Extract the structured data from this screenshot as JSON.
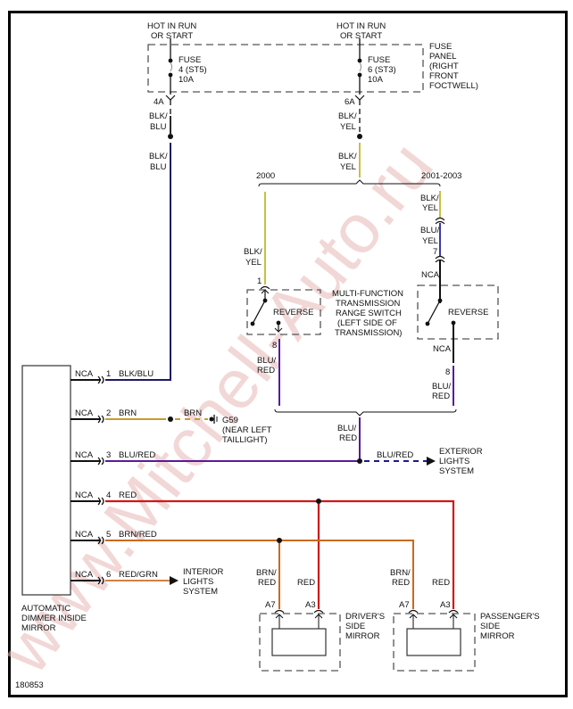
{
  "diagram_id": "180853",
  "watermark": "www.Mitchell-Auto.ru",
  "colors": {
    "blk_blu": "#1a1a66",
    "blk_yel": "#c8c040",
    "blu_yel": "#3a3aa8",
    "blu_red": "#5a1a9a",
    "brn": "#c89a30",
    "red": "#d01818",
    "brn_red": "#c86a20",
    "red_grn": "#d08040",
    "black": "#111111",
    "dash": "#555555"
  },
  "power": {
    "left": {
      "label_line1": "HOT IN RUN",
      "label_line2": "OR START",
      "fuse_line1": "FUSE",
      "fuse_line2": "4 (ST5)",
      "fuse_line3": "10A",
      "terminal": "4A",
      "wire_upper_1": "BLK/",
      "wire_upper_2": "BLU",
      "wire_lower_1": "BLK/",
      "wire_lower_2": "BLU"
    },
    "right": {
      "label_line1": "HOT IN RUN",
      "label_line2": "OR START",
      "fuse_line1": "FUSE",
      "fuse_line2": "6 (ST3)",
      "fuse_line3": "10A",
      "terminal": "6A",
      "wire_upper_1": "BLK/",
      "wire_upper_2": "YEL",
      "wire_lower_1": "BLK/",
      "wire_lower_2": "YEL"
    },
    "fuse_panel": {
      "line1": "FUSE",
      "line2": "PANEL",
      "line3": "(RIGHT",
      "line4": "FRONT",
      "line5": "FOCTWELL)"
    }
  },
  "branches": {
    "year_2000": "2000",
    "year_2001_2003": "2001-2003",
    "left_wire_1": "BLK/",
    "left_wire_2": "YEL",
    "right_wire_a_1": "BLK/",
    "right_wire_a_2": "YEL",
    "right_wire_b_1": "BLU/",
    "right_wire_b_2": "YEL",
    "right_pin": "7",
    "right_nca_top": "NCA"
  },
  "switch": {
    "left_pin_top": "1",
    "left_label": "REVERSE",
    "left_pin_bottom": "8",
    "left_wire_1": "BLU/",
    "left_wire_2": "RED",
    "right_label": "REVERSE",
    "right_nca_bottom": "NCA",
    "right_pin_bottom": "8",
    "right_wire_1": "BLU/",
    "right_wire_2": "RED",
    "title_line1": "MULTI-FUNCTION",
    "title_line2": "TRANSMISSION",
    "title_line3": "RANGE SWITCH",
    "title_line4": "(LEFT SIDE OF",
    "title_line5": "TRANSMISSION)",
    "merge_wire_1": "BLU/",
    "merge_wire_2": "RED"
  },
  "mirror": {
    "label_line1": "AUTOMATIC",
    "label_line2": "DIMMER INSIDE",
    "label_line3": "MIRROR",
    "pins": [
      {
        "nca": "NCA",
        "pin": "1",
        "wire": "BLK/BLU"
      },
      {
        "nca": "NCA",
        "pin": "2",
        "wire": "BRN"
      },
      {
        "nca": "NCA",
        "pin": "3",
        "wire": "BLU/RED"
      },
      {
        "nca": "NCA",
        "pin": "4",
        "wire": "RED"
      },
      {
        "nca": "NCA",
        "pin": "5",
        "wire": "BRN/RED"
      },
      {
        "nca": "NCA",
        "pin": "6",
        "wire": "RED/GRN"
      }
    ]
  },
  "ground": {
    "wire": "BRN",
    "id": "G59",
    "loc_line1": "(NEAR LEFT",
    "loc_line2": "TAILLIGHT)"
  },
  "exterior": {
    "wire": "BLU/RED",
    "line1": "EXTERIOR",
    "line2": "LIGHTS",
    "line3": "SYSTEM"
  },
  "interior": {
    "line1": "INTERIOR",
    "line2": "LIGHTS",
    "line3": "SYSTEM"
  },
  "side_mirrors": {
    "driver": {
      "wire_a7_1": "BRN/",
      "wire_a7_2": "RED",
      "wire_a3": "RED",
      "pin_a7": "A7",
      "pin_a3": "A3",
      "line1": "DRIVER'S",
      "line2": "SIDE",
      "line3": "MIRROR"
    },
    "passenger": {
      "wire_a7_1": "BRN/",
      "wire_a7_2": "RED",
      "wire_a3": "RED",
      "pin_a7": "A7",
      "pin_a3": "A3",
      "line1": "PASSENGER'S",
      "line2": "SIDE",
      "line3": "MIRROR"
    }
  }
}
